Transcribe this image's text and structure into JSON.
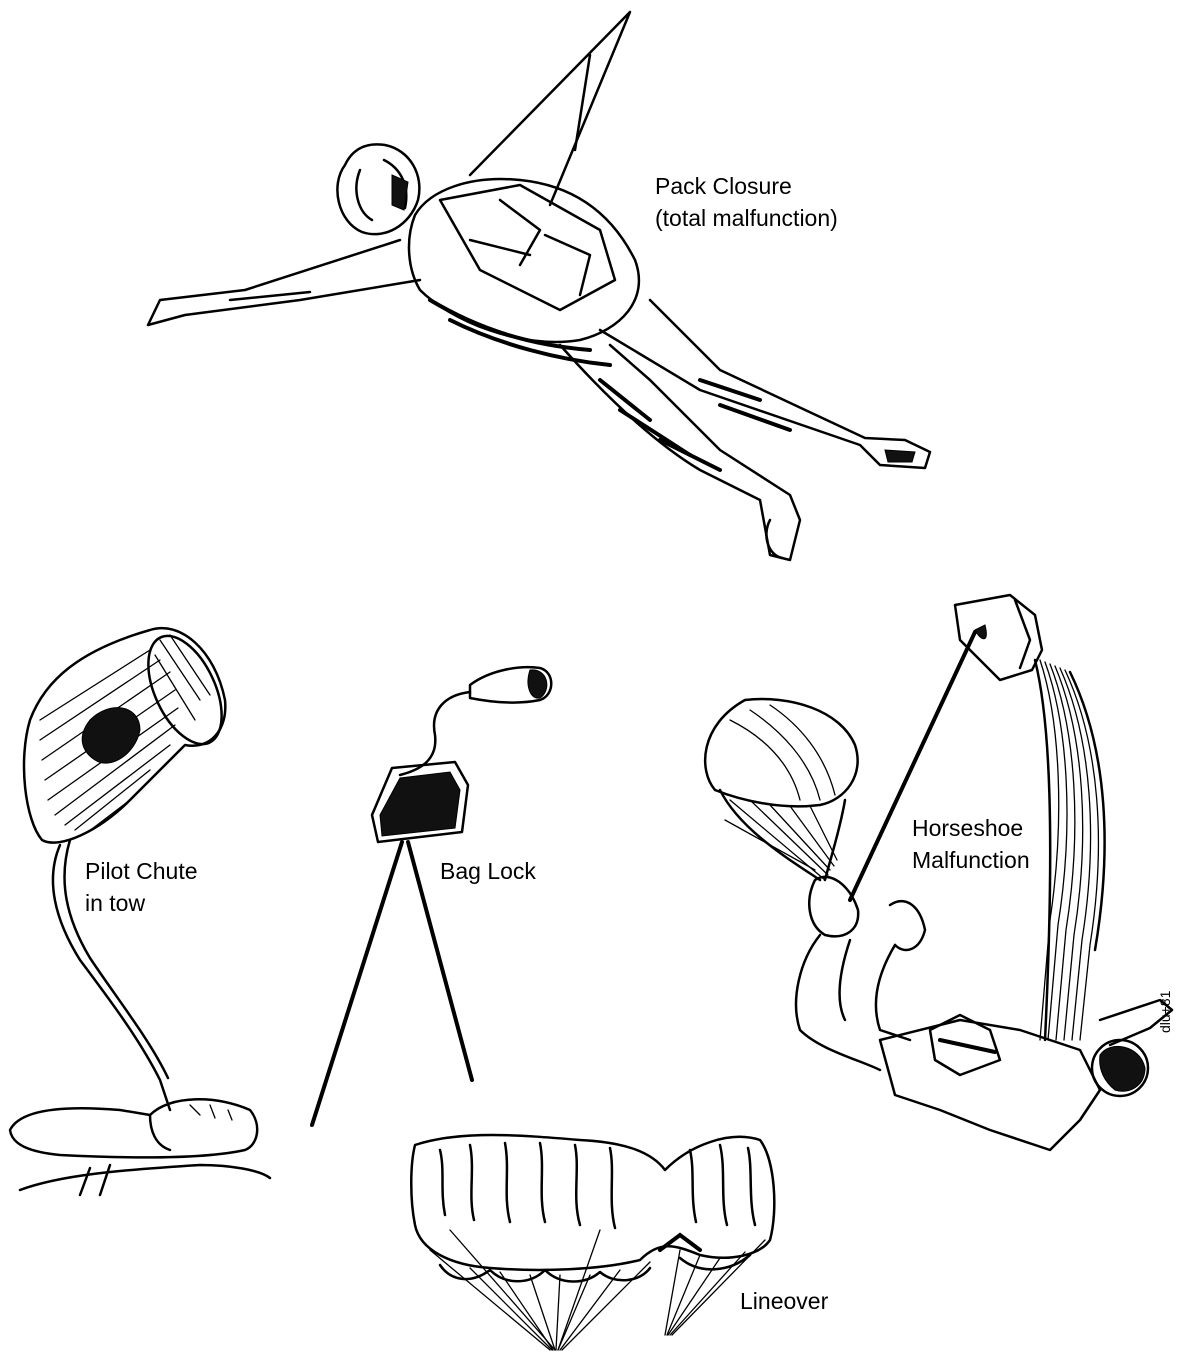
{
  "labels": {
    "pack_closure": [
      "Pack Closure",
      "(total malfunction)"
    ],
    "pilot_chute": [
      "Pilot Chute",
      "in tow"
    ],
    "bag_lock": [
      "Bag Lock"
    ],
    "horseshoe": [
      "Horseshoe",
      "Malfunction"
    ],
    "lineover": [
      "Lineover"
    ]
  },
  "signature": "dlu+81",
  "colors": {
    "ink": "#000000",
    "background": "#ffffff"
  }
}
